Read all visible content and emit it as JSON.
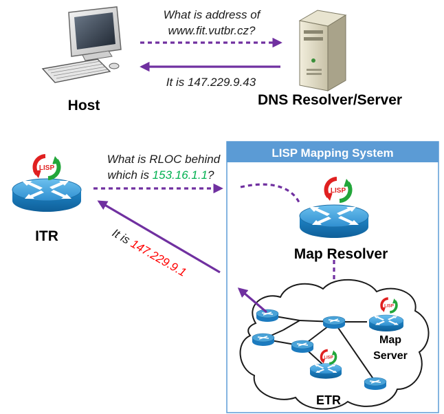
{
  "dns_query": {
    "line1": "What is address of",
    "line2": "www.fit.vutbr.cz?"
  },
  "dns_reply": "It is 147.229.9.43",
  "host_label": "Host",
  "dns_server_label": "DNS Resolver/Server",
  "lisp_system": {
    "title": "LISP Mapping System"
  },
  "itr_label": "ITR",
  "lisp_query": {
    "line1": "What is RLOC behind",
    "line2_prefix": "which is ",
    "eid": "153.16.1.1",
    "line2_suffix": "?"
  },
  "lisp_reply": {
    "prefix": "It is ",
    "rloc": "147.229.9.1"
  },
  "map_resolver_label": "Map Resolver",
  "map_server_label_1": "Map",
  "map_server_label_2": "Server",
  "etr_label": "ETR",
  "lisp_badge_text": "LISP",
  "colors": {
    "arrow": "#7030a0",
    "panel_header": "#5b9bd5",
    "eid": "#00b050",
    "rloc": "#ff0000",
    "router_top": "#4aa3d8",
    "router_side": "#1c7bbf"
  }
}
